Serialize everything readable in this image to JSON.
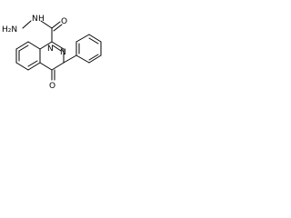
{
  "molecule": {
    "labels": {
      "hydrazide_n": "H₂N",
      "hydrazide_nh": "N",
      "hydrazide_h": "H",
      "carbonyl_o_top": "O",
      "ring_n_left": "N",
      "ring_n_right": "N",
      "carbonyl_o_bottom": "O"
    },
    "colors": {
      "bond": "#000000",
      "text": "#000000",
      "background": "#ffffff"
    }
  }
}
